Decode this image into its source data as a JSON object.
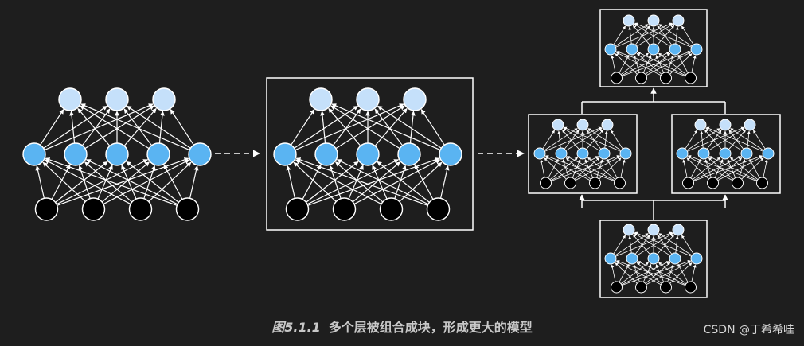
{
  "caption": {
    "figure_label": "图5.1.1",
    "text": "多个层被组合成块，形成更大的模型"
  },
  "watermark": "CSDN @丁希希哇",
  "network": {
    "layers": [
      {
        "name": "input",
        "nodes": 4
      },
      {
        "name": "hidden",
        "nodes": 5
      },
      {
        "name": "output",
        "nodes": 3
      }
    ]
  },
  "colors": {
    "background": "#1e1e1e",
    "line": "#ffffff",
    "input_fill": "#000000",
    "hidden_fill": "#5ab4f2",
    "output_fill": "#c5e0fa"
  }
}
